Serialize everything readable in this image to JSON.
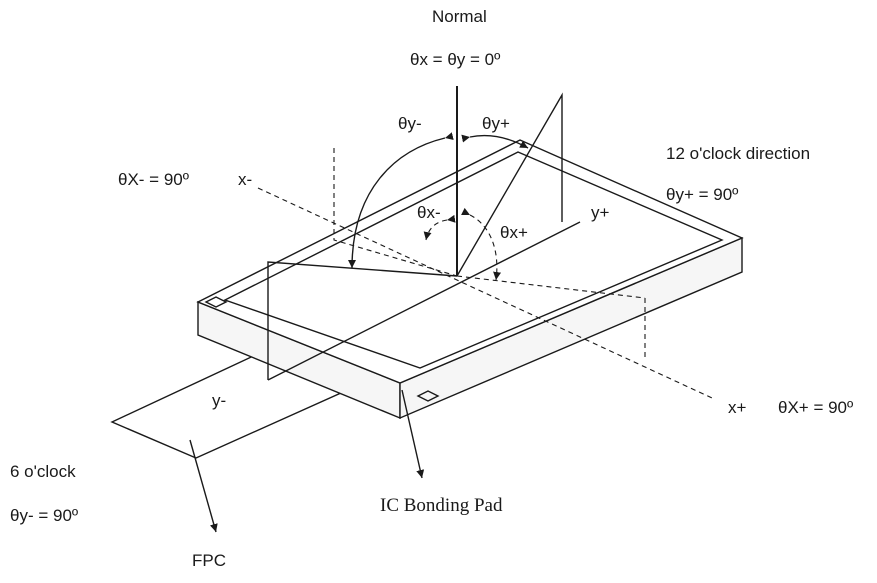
{
  "labels": {
    "normal": "Normal",
    "normal_angle": "θx = θy = 0º",
    "theta_y_minus": "θy-",
    "theta_y_plus": "θy+",
    "theta_x_minus": "θx-",
    "theta_x_plus": "θx+",
    "twelve_oclock": "12 o'clock direction",
    "theta_y_plus_90": "θy+ = 90º",
    "theta_x_minus_90": "θX- = 90º",
    "x_minus": "x-",
    "y_plus": "y+",
    "y_minus": "y-",
    "x_plus": "x+",
    "theta_x_plus_90": "θX+ = 90º",
    "six_oclock": "6 o'clock",
    "theta_y_minus_90": "θy- = 90º",
    "ic_bonding_pad": "IC Bonding Pad",
    "fpc": "FPC"
  },
  "colors": {
    "stroke": "#1a1a1a",
    "background": "#ffffff"
  }
}
